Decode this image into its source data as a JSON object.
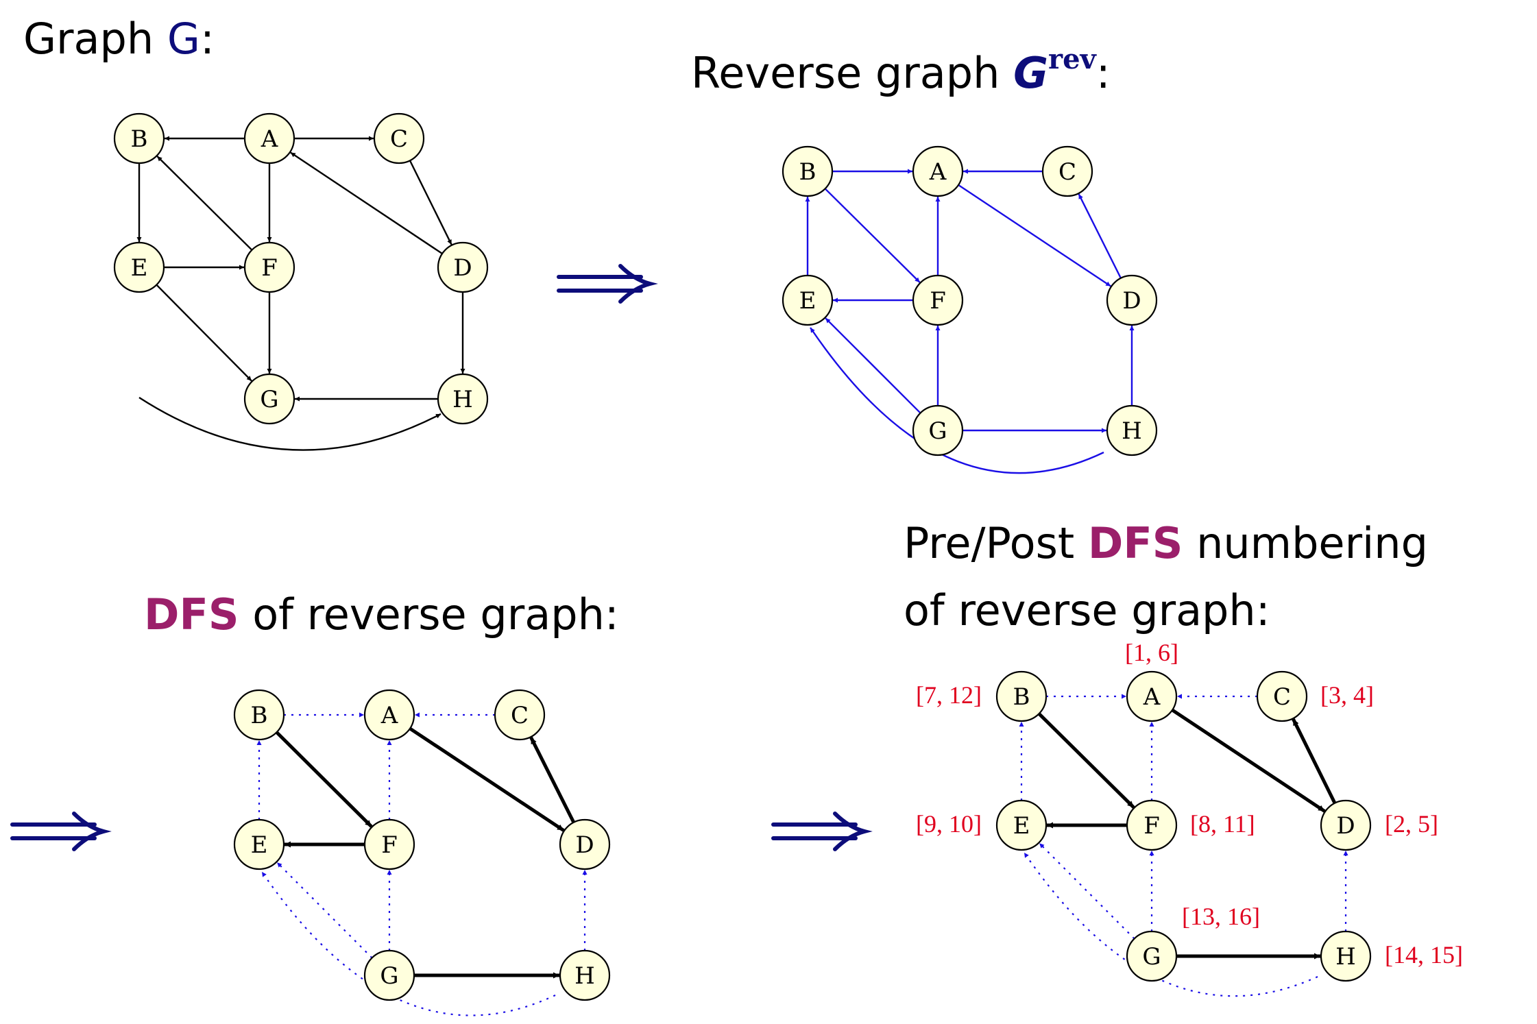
{
  "colors": {
    "black": "#000000",
    "blue": "#1a0ee6",
    "navy": "#0d0d7a",
    "magenta": "#9b1f6a",
    "red": "#e0001e",
    "node_fill": "#ffffdd"
  },
  "panel1": {
    "title_text": "Graph ",
    "title_var": "G",
    "title_colon": ":",
    "nodes": [
      "A",
      "B",
      "C",
      "D",
      "E",
      "F",
      "G",
      "H"
    ]
  },
  "panel2": {
    "title_text": "Reverse graph ",
    "title_var": "G",
    "title_sup": "rev",
    "title_colon": ":",
    "nodes": [
      "A",
      "B",
      "C",
      "D",
      "E",
      "F",
      "G",
      "H"
    ]
  },
  "panel3": {
    "title_dfs": "DFS",
    "title_rest": " of reverse graph:",
    "nodes": [
      "A",
      "B",
      "C",
      "D",
      "E",
      "F",
      "G",
      "H"
    ]
  },
  "panel4": {
    "title_line1_pre": "Pre/Post ",
    "title_dfs": "DFS",
    "title_line1_post": " numbering",
    "title_line2": "of reverse graph:",
    "nodes": [
      "A",
      "B",
      "C",
      "D",
      "E",
      "F",
      "G",
      "H"
    ],
    "labels": {
      "A": "[1, 6]",
      "B": "[7, 12]",
      "C": "[3, 4]",
      "D": "[2, 5]",
      "E": "[9, 10]",
      "F": "[8, 11]",
      "G": "[13, 16]",
      "H": "[14, 15]"
    }
  },
  "arrows": [
    "⟹",
    "⟹",
    "⟹"
  ]
}
